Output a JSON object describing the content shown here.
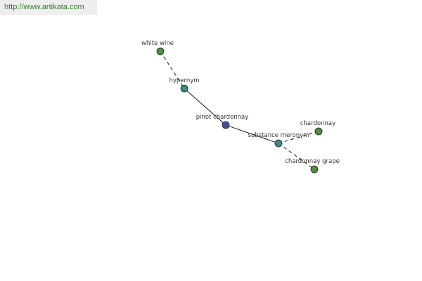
{
  "header": {
    "url_text": "http://www.artikata.com"
  },
  "colors": {
    "green_node": "#4f8f3f",
    "teal_node": "#3f8a8a",
    "center_node": "#3f4f9a",
    "edge": "#000000",
    "link_text": "#2e7d2e"
  },
  "graph": {
    "nodes": [
      {
        "id": "white-wine",
        "label": "white wine",
        "kind": "green"
      },
      {
        "id": "hypernym",
        "label": "hypernym",
        "kind": "teal"
      },
      {
        "id": "pinot-chardonnay",
        "label": "pinot chardonnay",
        "kind": "center"
      },
      {
        "id": "substance-meronym",
        "label": "substance meronym",
        "kind": "teal"
      },
      {
        "id": "chardonnay",
        "label": "chardonnay",
        "kind": "green"
      },
      {
        "id": "chardonnay-grape",
        "label": "chardonnay grape",
        "kind": "green"
      }
    ],
    "edges": [
      {
        "from": "white-wine",
        "to": "hypernym",
        "style": "dashed"
      },
      {
        "from": "hypernym",
        "to": "pinot-chardonnay",
        "style": "solid"
      },
      {
        "from": "pinot-chardonnay",
        "to": "substance-meronym",
        "style": "solid"
      },
      {
        "from": "substance-meronym",
        "to": "chardonnay",
        "style": "dashed"
      },
      {
        "from": "substance-meronym",
        "to": "chardonnay-grape",
        "style": "dashed"
      }
    ]
  }
}
